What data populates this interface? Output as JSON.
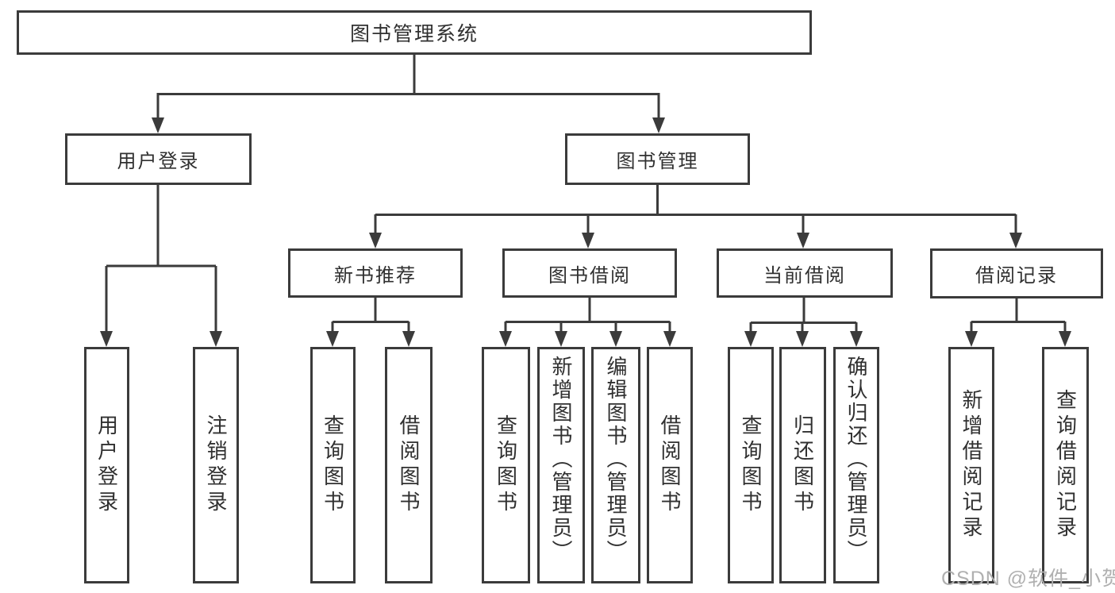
{
  "tree": {
    "root": "图书管理系统",
    "level1": [
      {
        "label": "用户登录"
      },
      {
        "label": "图书管理"
      }
    ],
    "level2": [
      {
        "label": "新书推荐",
        "parent": "图书管理"
      },
      {
        "label": "图书借阅",
        "parent": "图书管理"
      },
      {
        "label": "当前借阅",
        "parent": "图书管理"
      },
      {
        "label": "借阅记录",
        "parent": "图书管理"
      }
    ],
    "leaves": [
      {
        "label": "用户登录",
        "parent": "用户登录"
      },
      {
        "label": "注销登录",
        "parent": "用户登录"
      },
      {
        "label": "查询图书",
        "parent": "新书推荐"
      },
      {
        "label": "借阅图书",
        "parent": "新书推荐"
      },
      {
        "label": "查询图书",
        "parent": "图书借阅"
      },
      {
        "label": "新增图书（管理员）",
        "parent": "图书借阅"
      },
      {
        "label": "编辑图书（管理员）",
        "parent": "图书借阅"
      },
      {
        "label": "借阅图书",
        "parent": "图书借阅"
      },
      {
        "label": "查询图书",
        "parent": "当前借阅"
      },
      {
        "label": "归还图书",
        "parent": "当前借阅"
      },
      {
        "label": "确认归还（管理员）",
        "parent": "当前借阅"
      },
      {
        "label": "新增借阅记录",
        "parent": "借阅记录"
      },
      {
        "label": "查询借阅记录",
        "parent": "借阅记录"
      }
    ]
  },
  "watermark": "CSDN @软件_小贺同学",
  "colors": {
    "line": "#3b3b3b",
    "text": "#303030",
    "watermark": "#b0b0b0",
    "background": "#ffffff"
  }
}
